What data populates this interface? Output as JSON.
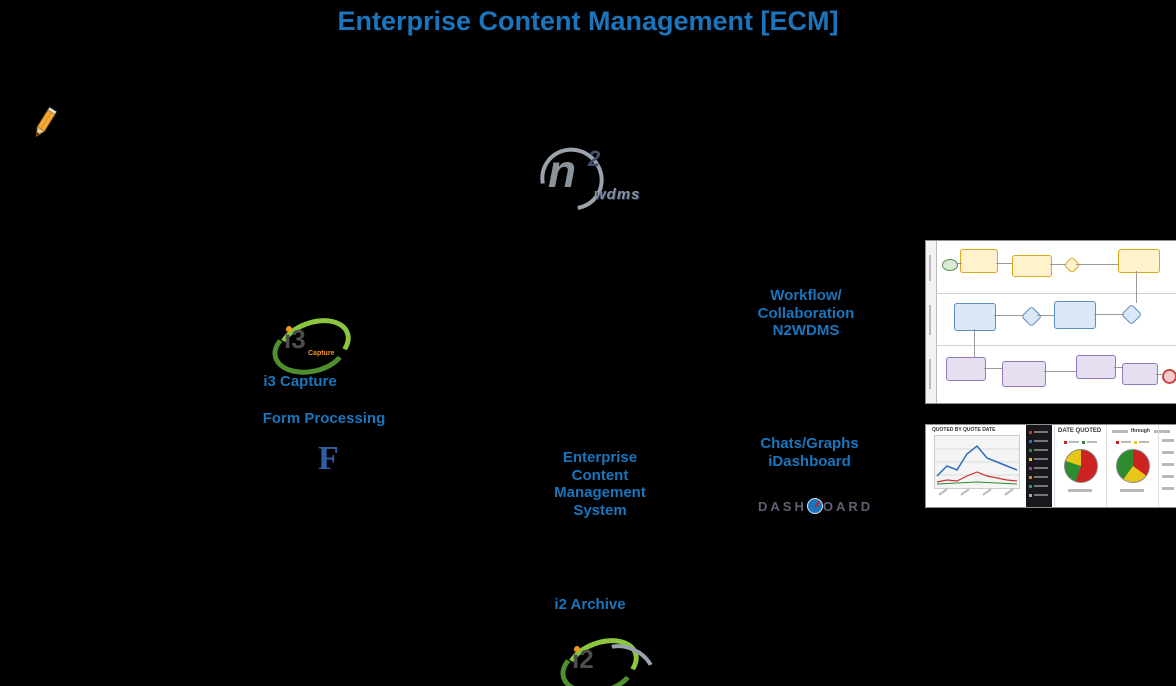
{
  "title": "Enterprise Content Management [ECM]",
  "colors": {
    "background": "#000000",
    "accent_blue": "#1b75bc",
    "logo_gray": "#8a929c",
    "logo_green": "#6aaa3a",
    "logo_orange": "#f7941d"
  },
  "labels": {
    "capture": "i3 Capture",
    "form_processing": "Form Processing",
    "ecm": [
      "Enterprise",
      "Content",
      "Management",
      "System"
    ],
    "workflow": [
      "Workflow/",
      "Collaboration",
      "N2WDMS"
    ],
    "charts": [
      "Chats/Graphs",
      "iDashboard"
    ],
    "archive": "i2 Archive"
  },
  "logos": {
    "n2wdms": {
      "n": "n",
      "two": "2",
      "wdms": "wdms"
    },
    "i3": {
      "text": "i3",
      "sub": "Capture"
    },
    "i2": {
      "text": "i2"
    },
    "form_f": "F",
    "idashboard": {
      "left": "DASH",
      "right": "OARD"
    }
  },
  "thumbnails": {
    "dashboard_screenshot": {
      "line_chart_title": "QUOTED BY QUOTE DATE",
      "header": "DATE QUOTED",
      "range_word": "through"
    }
  }
}
